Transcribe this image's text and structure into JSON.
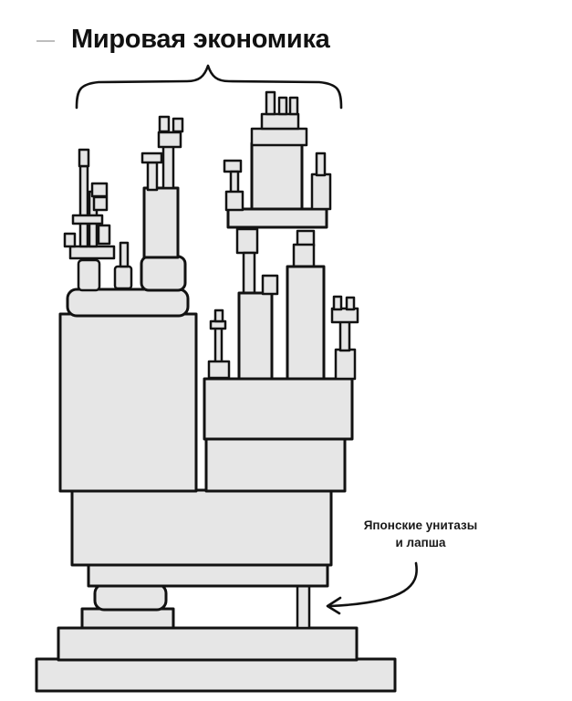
{
  "diagram": {
    "title": "Мировая экономика",
    "annotation": {
      "line1": "Японские унитазы",
      "line2": "и лапша"
    },
    "colors": {
      "block_fill": "#e6e6e6",
      "ink": "#121212",
      "background": "#ffffff"
    }
  }
}
